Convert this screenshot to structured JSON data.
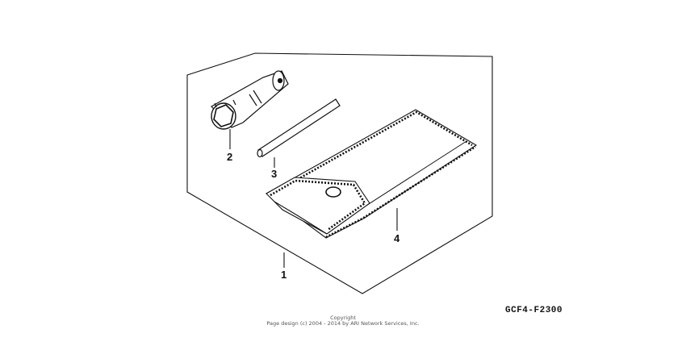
{
  "parts": [
    {
      "number": "1",
      "name": "tool-set-outline"
    },
    {
      "number": "2",
      "name": "spark-plug-wrench"
    },
    {
      "number": "3",
      "name": "handle-bar"
    },
    {
      "number": "4",
      "name": "tool-bag"
    }
  ],
  "diagram_ref": "GCF4-F2300",
  "copyright": {
    "line1": "Copyright",
    "line2": "Page design (c) 2004 - 2014 by ARI Network Services, Inc."
  }
}
